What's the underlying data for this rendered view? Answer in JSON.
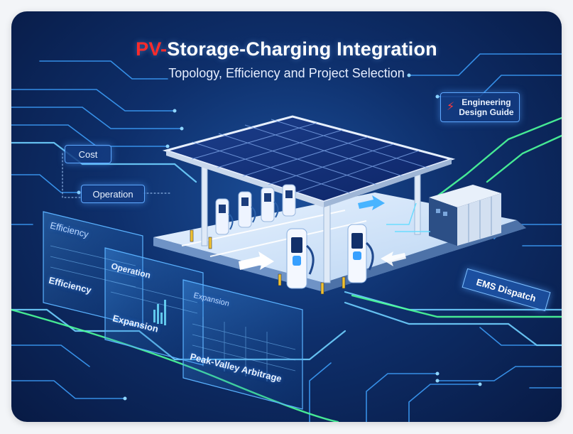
{
  "title": {
    "accent": "PV-",
    "main": "Storage-Charging Integration",
    "subtitle": "Topology, Efficiency and Project Selection"
  },
  "tags": {
    "cost": "Cost",
    "operation": "Operation",
    "guide_line1": "Engineering",
    "guide_line2": "Design Guide",
    "ems": "EMS Dispatch"
  },
  "panels": {
    "panel1_top": "Efficiency",
    "panel1_label": "Efficiency",
    "panel2_top": "Operation",
    "panel2_label": "Expansion",
    "panel3_top": "Expansion",
    "panel3_label": "Peak-Valley Arbitrage"
  },
  "icons": {
    "guide": "lightning-bolt-icon"
  },
  "colors": {
    "accent_red": "#ff2b2b",
    "circuit_blue": "#4fb3ff",
    "circuit_green": "#5cff9a",
    "background_dark": "#081a44"
  }
}
